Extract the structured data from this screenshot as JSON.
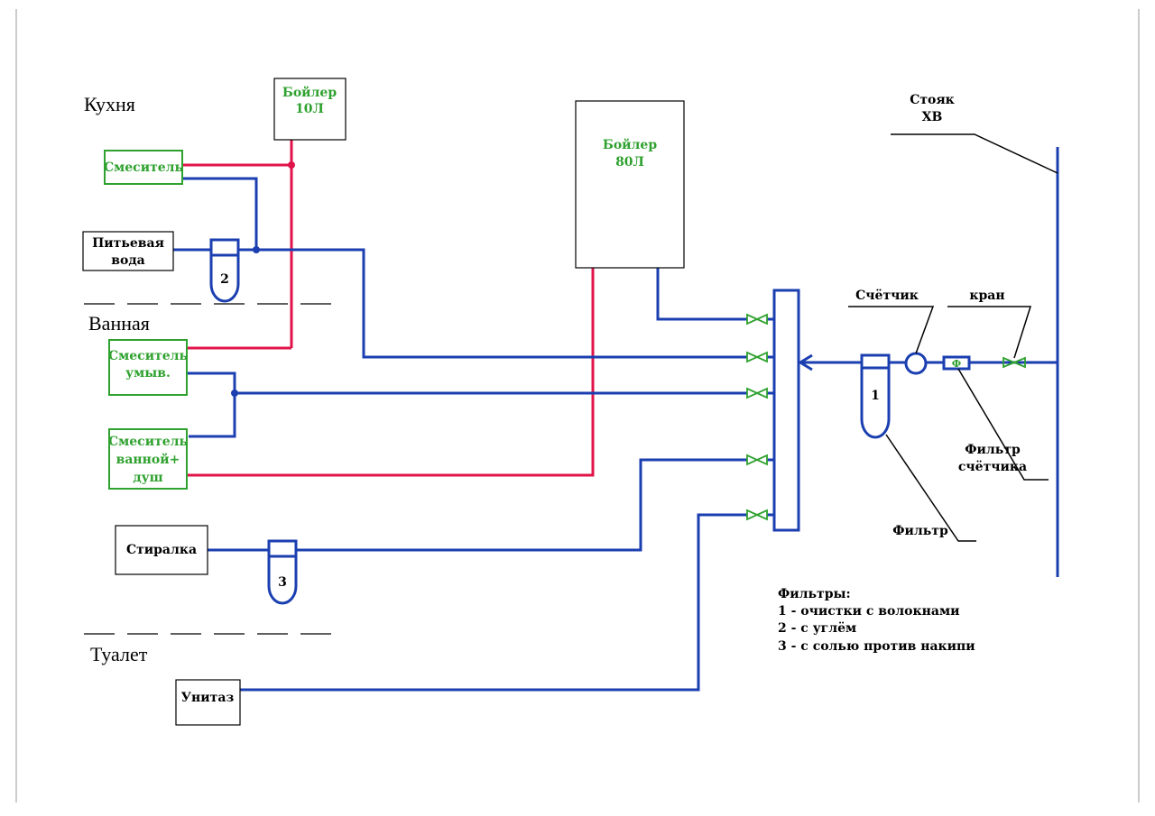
{
  "rooms": {
    "kitchen": "Кухня",
    "bathroom": "Ванная",
    "toilet": "Туалет"
  },
  "boilers": {
    "small_name": "Бойлер",
    "small_volume": "10Л",
    "large_name": "Бойлер",
    "large_volume": "80Л"
  },
  "fixtures": {
    "kitchen_mixer": "Смеситель",
    "drinking_water_line1": "Питьевая",
    "drinking_water_line2": "вода",
    "sink_mixer_line1": "Смеситель",
    "sink_mixer_line2": "умыв.",
    "bath_mixer_line1": "Смеситель",
    "bath_mixer_line2": "ванной+",
    "bath_mixer_line3": "душ",
    "washer": "Стиралка",
    "toilet_bowl": "Унитаз"
  },
  "filters_num": {
    "f1": "1",
    "f2": "2",
    "f3": "3"
  },
  "meter_filter_symbol": "Ф",
  "labels": {
    "riser_line1": "Стояк",
    "riser_line2": "ХВ",
    "meter": "Счётчик",
    "tap": "кран",
    "meter_filter_line1": "Фильтр",
    "meter_filter_line2": "счётчика",
    "filter": "Фильтр"
  },
  "legend": {
    "title": "Фильтры:",
    "items": [
      "1 - очистки с волокнами",
      "2 - с углём",
      "3 - с солью против накипи"
    ]
  },
  "colors": {
    "cold_pipe": "#1b3fb0",
    "hot_pipe": "#e0144a",
    "fixture_green": "#2ea12e"
  }
}
